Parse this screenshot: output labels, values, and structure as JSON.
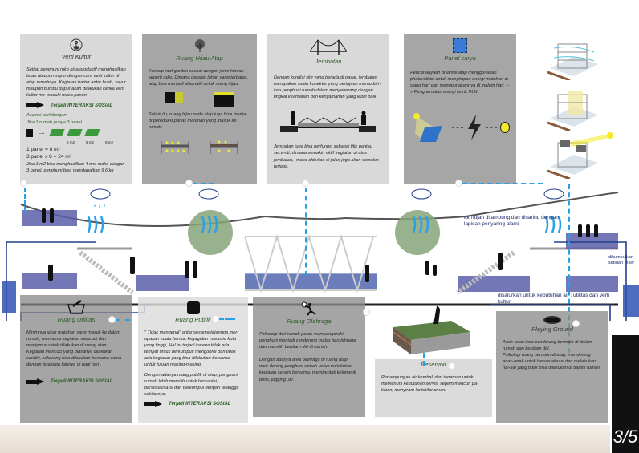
{
  "page": {
    "number": "3/5"
  },
  "colors": {
    "title_green": "#2d5a27",
    "water_blue": "#2aa0e8",
    "flow_navy": "#23408e",
    "room_purple": "#5b5fa8",
    "panel_light": "#d9d9d9",
    "panel_mid": "#a6a6a6",
    "panel_dark": "#8c8c8c"
  },
  "top_panels": [
    {
      "id": "verti-kultur",
      "icon": "plant-pot-icon",
      "title": "Verti Kultur",
      "paragraphs": [
        "Setiap penghuni ruko bisa produktif menghasilkan buah ataupun sayur dengan cara verti kultur di atap rumahnya. Kegiatan barter antar buah, sayur maupun bumbu dapur akan dilakukan ketika verti kultur me-masuki masa panen"
      ],
      "interaction_label": "Terjadi  INTERAKSI SOSIAL",
      "calc": {
        "heading": "Asumsi perhitungan:",
        "sub": "Jika 1 rumah punya 3 panel",
        "panel_labels": [
          "8 m2",
          "8 m2",
          "8 m2"
        ],
        "line1": "1 panel = 8 m²",
        "line2": "3 panel x 8 = 24 m²",
        "result": "Jika 1 m2 bisa menghasilkan 4 ons maka dengan 3 panel, penghuni bisa mendapatkan 9,6 kg"
      }
    },
    {
      "id": "ruang-hijau-atap",
      "icon": "tree-icon",
      "title": "Ruang Hijau Atap",
      "paragraphs": [
        "Konsep roof garden sesuai dengan jenis  hunian seperti ruko. Dimana dengan lahan yang terbatas, atap bisa menjadi alternatif untuk ruang hijau.",
        "Selain itu, ruang hijau pada atap juga bisa menja-di pereduksi panas matahari yang masuk ke rumah."
      ]
    },
    {
      "id": "jembatan",
      "icon": "bridge-icon",
      "title": "Jembatan",
      "paragraphs": [
        "Dengan kondisi site yang berada di pasar, jembatan merupakan suatu konektor yang bertujuan memudah-kan penghuni rumah dalam menyeberang dengan tingkat keamanan dan kenyamanan yang lebih baik",
        "Jembatan juga bisa berfungsi sebagai titik pantau seca-riti, dimana semakin aktif kegiatan di atas jembatan,- maka aktivitas di jalan juga akan semakin terjaga."
      ]
    },
    {
      "id": "panel-surya",
      "icon": "solar-panel-icon",
      "title": "Panel surya",
      "paragraphs": [
        "Pencahaayaan di lantai atap menggunakan photovoltaic untuk menyimpan energi matahari di siang hari dan menggunakannya di malam hari. --> Penghematan energi listrik PLN"
      ]
    }
  ],
  "section_notes": {
    "rainwater": "air hujan ditampung dan disaring dengan lapisan penyaring alami",
    "collected": "dikumpulkan sebuah reser",
    "distributed": "disalurkan untuk kebutuhan air ; utilitas dan verti kultur"
  },
  "bottom_panels": [
    {
      "id": "ruang-utilitas",
      "icon": "laundry-basin-icon",
      "title": "Ruang Utilitas",
      "paragraphs": [
        "Minimnya sinar matahari yang masuk ke dalam rumah, memaksa kegiatan mencuci dan menjemur untuk dilakukan di ruang atap. Kegiatan mencuci yang biasanya dilakukan sendiri, sekarang bisa dilakukan bersama sama dengan tetangga lainnya di pagi hari ."
      ],
      "interaction_label": "Terjadi  INTERAKSI SOSIAL"
    },
    {
      "id": "ruang-publik",
      "icon": "people-talking-icon",
      "title": "Ruang Publik",
      "paragraphs": [
        "\" Tidak mengenal\" antar sesama tetangga mer-upakan suatu bentuk kegagalan manusia kota yang tinggi, Hal ini terjadi karena tidak ada tempat untuk berkumpul/ mengobrol dan tidak ada kegiatan yang bisa dilakukan bersama untuk tujuan masing-masing.",
        "Dengan adanya ruang publik di atap, penghuni rumah lebih memilih untuk bersantai, bersosialisa-si dan berkumpul dengan tetangga sekitarnya."
      ],
      "interaction_label": "Terjadi  INTERAKSI SOSIAL"
    },
    {
      "id": "ruang-olahraga",
      "icon": "volleyball-player-icon",
      "title": "Ruang Olahraga",
      "paragraphs": [
        "Psikologi dari rumah petak mempengaruhi penghuni menjadi cenderung malas berolahraga dan memilih berdiam diri di rumah.",
        "Dengan adanya area olahraga di ruang atap, men-dorong penghuni rumah untuk melakukan kegiatan senam bersama, membentuk kelompok tenis, jogging ,dll."
      ]
    },
    {
      "id": "reservoir",
      "icon": "green-roof-section-icon",
      "title": "Reservoir",
      "paragraphs": [
        "Penampungan air kembali dari tanaman untuk memenuhi kebutuhan servis, seperti mencuri pa-kaian, menyiram lantai/tanaman."
      ]
    },
    {
      "id": "playing-ground",
      "icon": "playground-icon",
      "title": "Playing Ground",
      "paragraphs": [
        "Anak-anak kota cenderung bermain di dalam rumah dan berdiam diri.",
        "Psikologi ruang bermain di atap, mendorong anak-anak untuk bersosialisasi dan melakukan hal-hal yang tidak bisa dilakukan di dalam rumah."
      ]
    }
  ],
  "axonometric_diagrams": [
    {
      "id": "ventilation",
      "icon": "wind-flow-axonometric-icon"
    },
    {
      "id": "daylight",
      "icon": "daylight-axonometric-icon"
    },
    {
      "id": "solar",
      "icon": "sun-axonometric-icon"
    }
  ]
}
